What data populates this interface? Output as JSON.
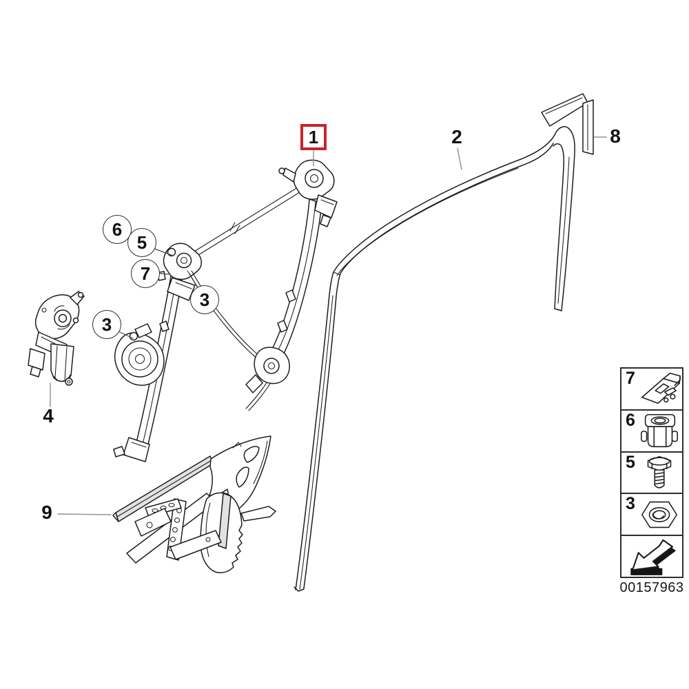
{
  "diagram": {
    "title_semantic": "window-regulator-parts-diagram",
    "background_color": "#ffffff",
    "line_color": "#1c1c1c",
    "highlight_color": "#c8232b",
    "callouts": {
      "box1": "1",
      "part2": "2",
      "part8": "8",
      "part4": "4",
      "part9": "9",
      "circle6": "6",
      "circle5": "5",
      "circle7": "7",
      "circle3a": "3",
      "circle3b": "3"
    }
  },
  "legend": {
    "rows": [
      {
        "label": "7",
        "icon": "sheet-metal-clip-icon"
      },
      {
        "label": "6",
        "icon": "cage-nut-icon"
      },
      {
        "label": "5",
        "icon": "hex-bolt-icon"
      },
      {
        "label": "3",
        "icon": "hex-nut-icon"
      },
      {
        "label": "",
        "icon": "direction-arrow-icon"
      }
    ]
  },
  "footer": {
    "doc_number": "00157963"
  }
}
